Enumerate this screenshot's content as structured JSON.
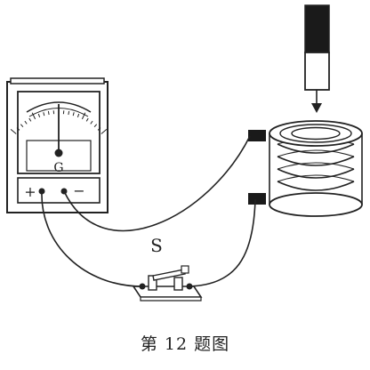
{
  "labels": {
    "galvanometer": "G",
    "plus": "+",
    "minus": "−",
    "switch": "S"
  },
  "caption": "第 12 题图",
  "colors": {
    "ink": "#222222",
    "magnet_north": "#1a1a1a",
    "magnet_south": "#ffffff"
  }
}
